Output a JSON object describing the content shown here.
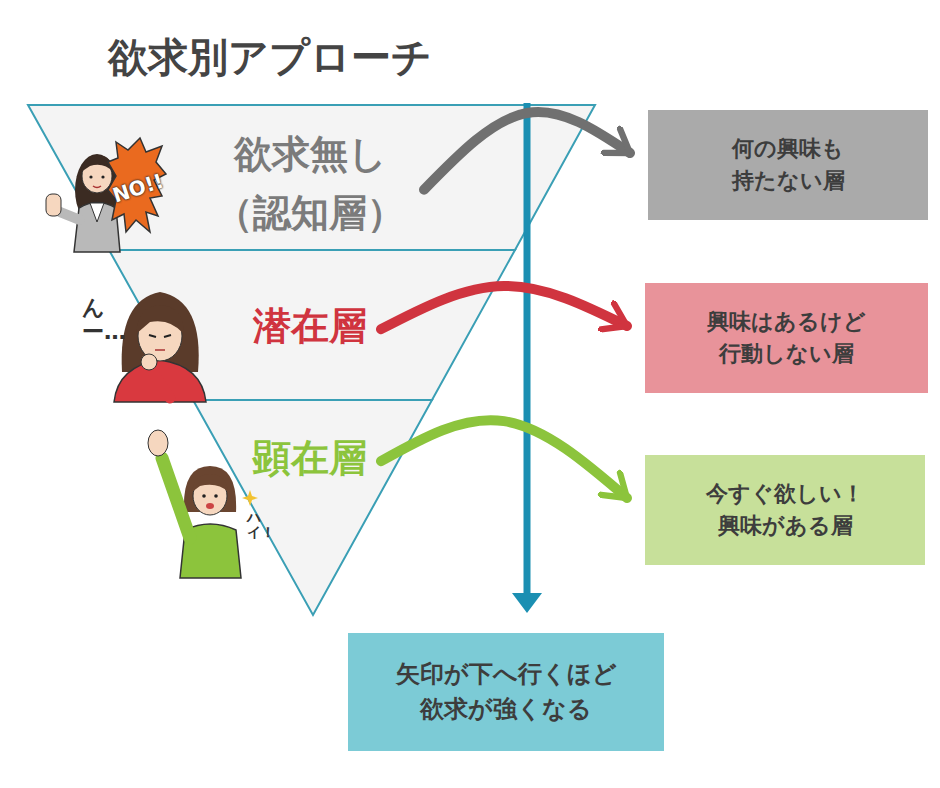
{
  "diagram": {
    "title": "欲求別アプローチ",
    "nodes": [
      {
        "text": [
          "欲求無し （認知層）"
        ]
      },
      {
        "text": [
          "潜在層"
        ]
      },
      {
        "text": [
          "顕在層"
        ]
      },
      {
        "text": [
          "何の興味も 持たない層"
        ]
      },
      {
        "text": [
          "興味はあるけど 行動しない層"
        ]
      },
      {
        "text": [
          "今すぐ欲しい！ 興味がある層"
        ]
      },
      {
        "text": [
          "矢印が下へ行くほど 欲求が強くなる"
        ]
      }
    ],
    "edges": [
      {
        "from": 0,
        "to": 3,
        "arrow": "to"
      },
      {
        "from": 1,
        "to": 4,
        "arrow": "to"
      },
      {
        "from": 2,
        "to": 5,
        "arrow": "to"
      }
    ],
    "labels": [
      "NO!!",
      "んー…",
      "ハイ！"
    ]
  }
}
